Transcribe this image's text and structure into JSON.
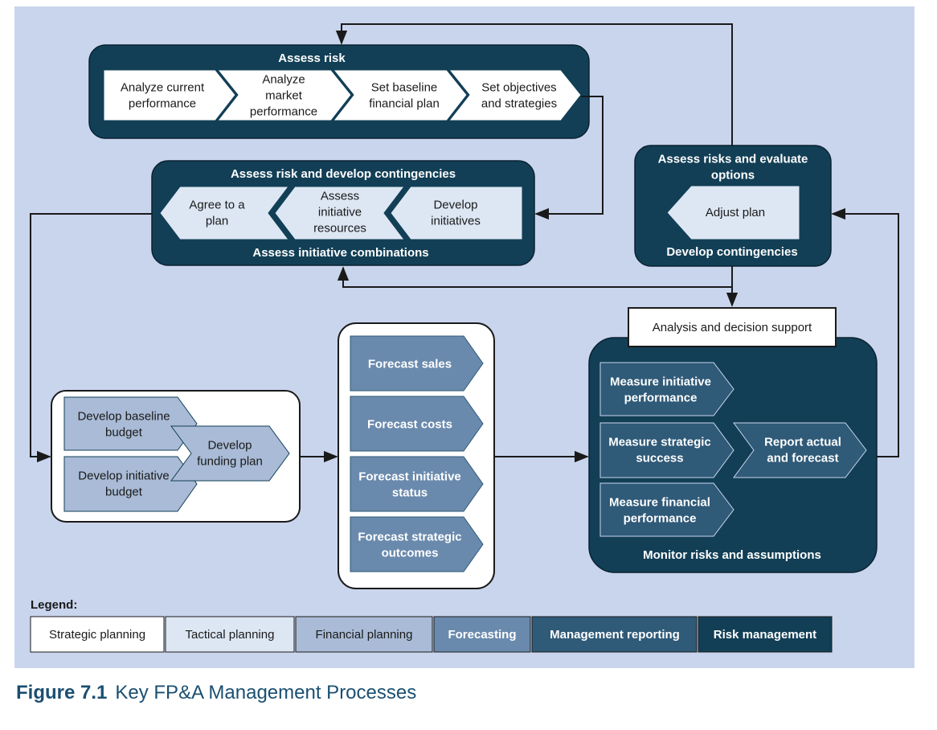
{
  "colors": {
    "background": "#c9d5ed",
    "strategic": "#ffffff",
    "tactical": "#dde7f4",
    "financial": "#a9bbd6",
    "forecasting": "#6a8aad",
    "reporting": "#2f5a78",
    "risk": "#123f56",
    "line": "#1a1a1a",
    "caption": "#1b4f72"
  },
  "assess_risk": {
    "title": "Assess risk",
    "steps": [
      [
        "Analyze current",
        "performance"
      ],
      [
        "Analyze",
        "market",
        "performance"
      ],
      [
        "Set baseline",
        "financial plan"
      ],
      [
        "Set objectives",
        "and strategies"
      ]
    ]
  },
  "contingencies": {
    "title": "Assess risk and develop contingencies",
    "footer": "Assess initiative combinations",
    "steps": [
      [
        "Agree to a",
        "plan"
      ],
      [
        "Assess",
        "initiative",
        "resources"
      ],
      [
        "Develop",
        "initiatives"
      ]
    ]
  },
  "evaluate": {
    "title_lines": [
      "Assess risks and evaluate",
      "options"
    ],
    "step": "Adjust plan",
    "footer": "Develop contingencies"
  },
  "budget": {
    "baseline": [
      "Develop baseline",
      "budget"
    ],
    "initiative": [
      "Develop initiative",
      "budget"
    ],
    "funding": [
      "Develop",
      "funding plan"
    ]
  },
  "forecast": {
    "items": [
      [
        "Forecast sales"
      ],
      [
        "Forecast costs"
      ],
      [
        "Forecast initiative",
        "status"
      ],
      [
        "Forecast strategic",
        "outcomes"
      ]
    ]
  },
  "analysis": {
    "label": "Analysis and decision support",
    "measures": [
      [
        "Measure initiative",
        "performance"
      ],
      [
        "Measure strategic",
        "success"
      ],
      [
        "Measure financial",
        "performance"
      ]
    ],
    "report": [
      "Report actual",
      "and forecast"
    ],
    "footer": "Monitor risks and assumptions"
  },
  "legend": {
    "title": "Legend:",
    "items": [
      "Strategic planning",
      "Tactical planning",
      "Financial planning",
      "Forecasting",
      "Management reporting",
      "Risk management"
    ]
  },
  "caption": {
    "number": "Figure 7.1",
    "title": "Key FP&A Management Processes"
  }
}
